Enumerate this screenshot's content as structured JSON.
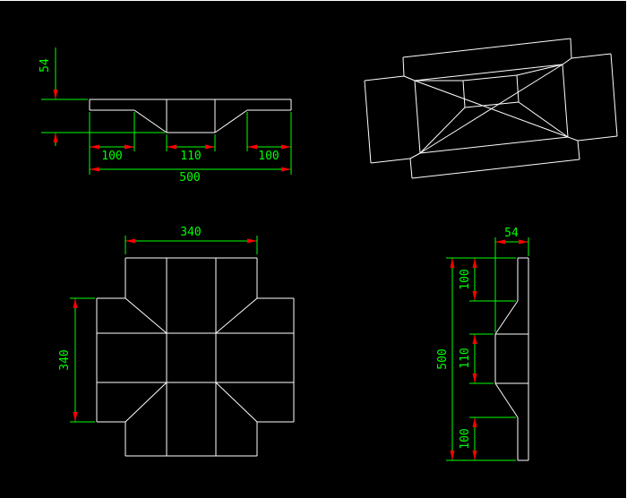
{
  "canvas": {
    "background": "#000000",
    "geometry_color": "#ffffff",
    "dimension_color": "#00ff00",
    "arrowhead_color": "#ff0000"
  },
  "views": {
    "front": {
      "height": "54",
      "segment_left": "100",
      "segment_middle": "110",
      "segment_right": "100",
      "overall": "500"
    },
    "plan": {
      "width": "340",
      "height": "340"
    },
    "side": {
      "thickness": "54",
      "segment_top": "100",
      "segment_middle": "110",
      "segment_bottom": "100",
      "overall": "500"
    }
  }
}
